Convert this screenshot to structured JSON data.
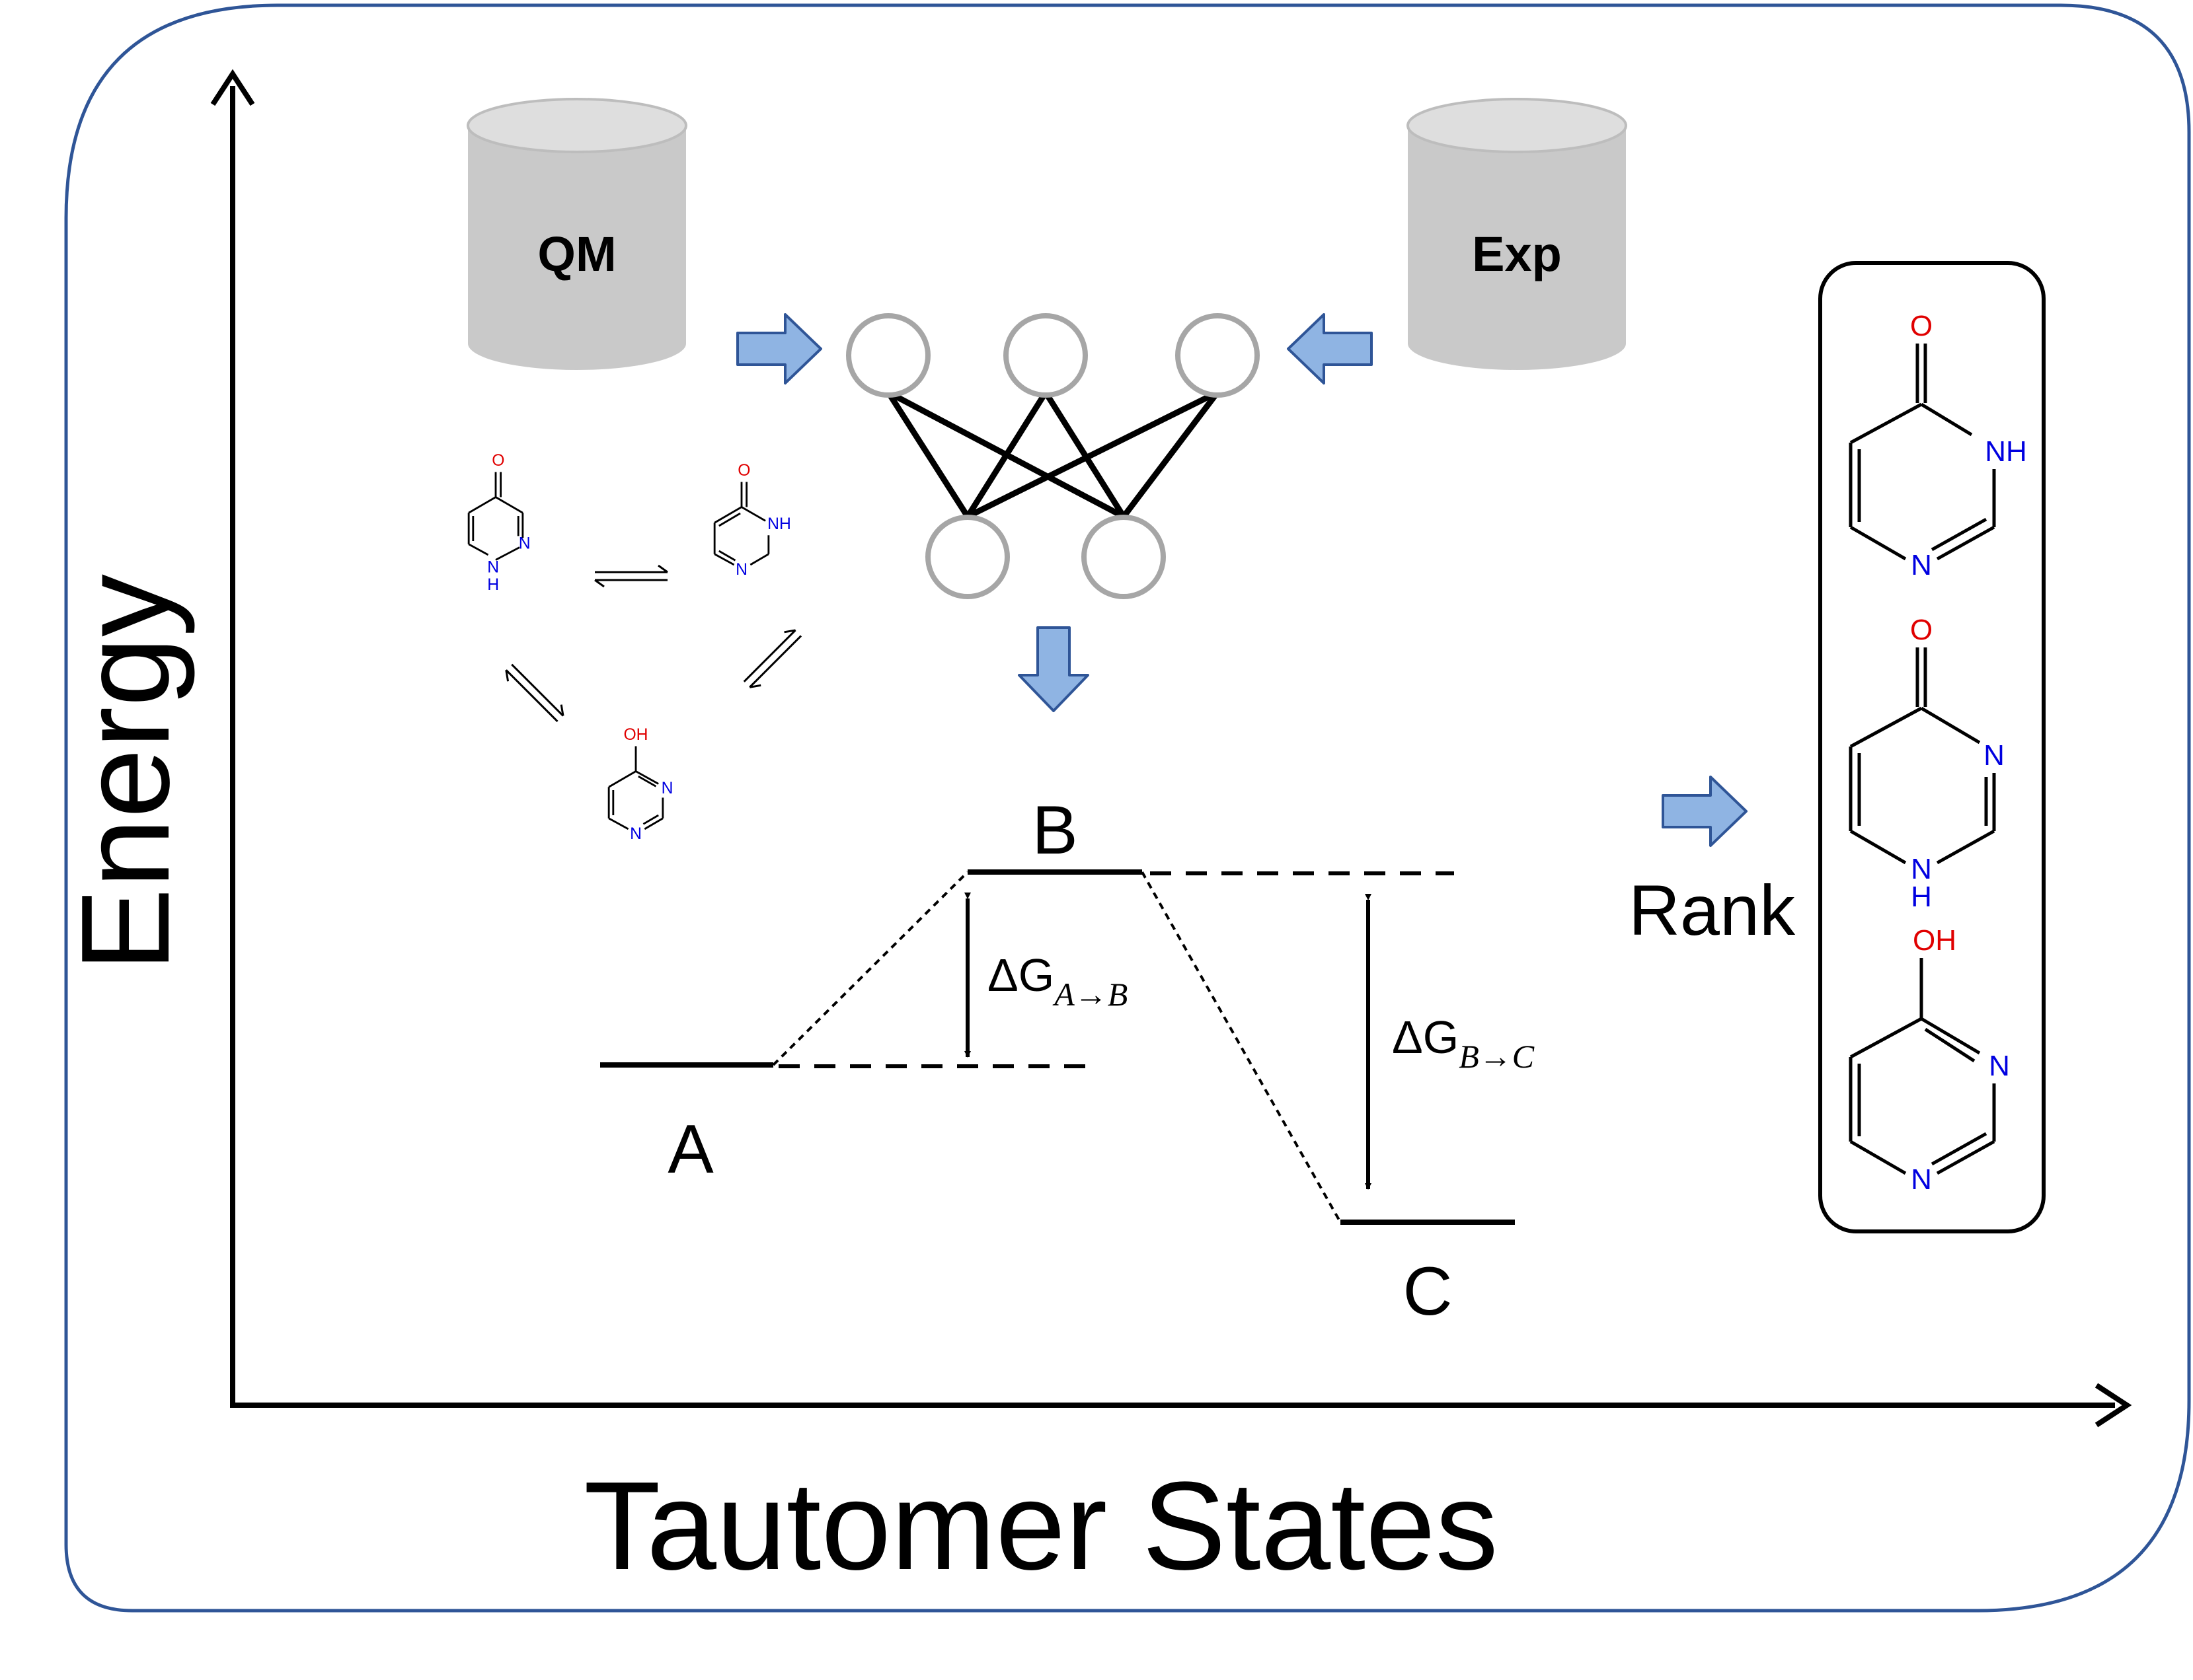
{
  "axes": {
    "y_label": "Energy",
    "x_label": "Tautomer States"
  },
  "databases": {
    "left": "QM",
    "right": "Exp"
  },
  "states": {
    "a": "A",
    "b": "B",
    "c": "C"
  },
  "delta_g": {
    "ab": {
      "symbol": "ΔG",
      "sub": "A→B"
    },
    "bc": {
      "symbol": "ΔG",
      "sub": "B→C"
    }
  },
  "rank_label": "Rank",
  "atoms": {
    "O": "O",
    "N": "N",
    "NH": "NH",
    "H": "H",
    "OH": "OH"
  },
  "colors": {
    "frame": "#2f5597",
    "arrow_fill": "#8fb4e3",
    "arrow_stroke": "#2f5597",
    "cylinder_body": "#c9c9c9",
    "cylinder_top": "#dedede",
    "node": "#a6a6a6",
    "oxygen": "#e00000",
    "nitrogen": "#0000e0"
  }
}
